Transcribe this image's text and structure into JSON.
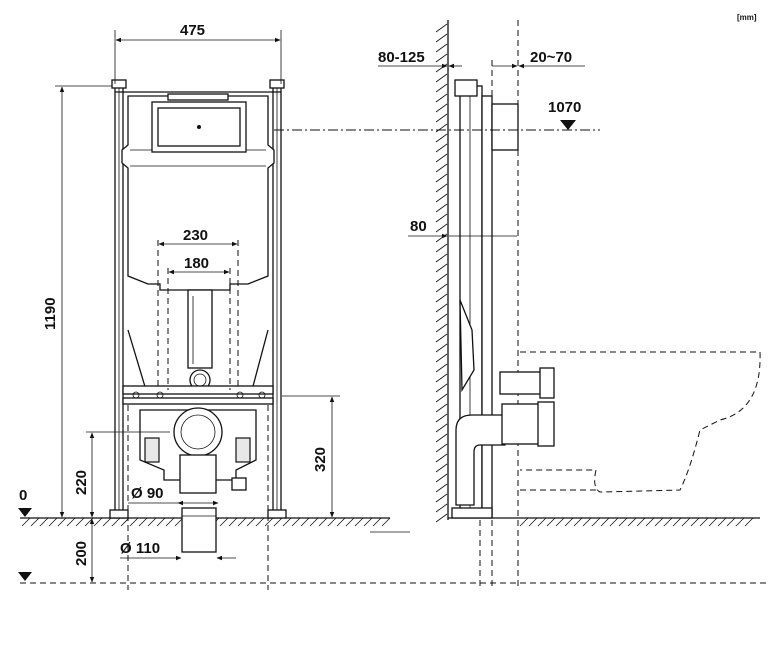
{
  "unit_label": "[mm]",
  "front_view": {
    "width_label": "475",
    "height_label": "1190",
    "inner_width_230": "230",
    "inner_width_180": "180",
    "height_320": "320",
    "height_220": "220",
    "depth_200": "200",
    "zero_label": "0",
    "diameter_90": "Ø 90",
    "diameter_110": "Ø 110"
  },
  "side_view": {
    "wall_gap_label": "80-125",
    "button_offset_label": "20~70",
    "button_height_label": "1070",
    "frame_depth_label": "80"
  }
}
